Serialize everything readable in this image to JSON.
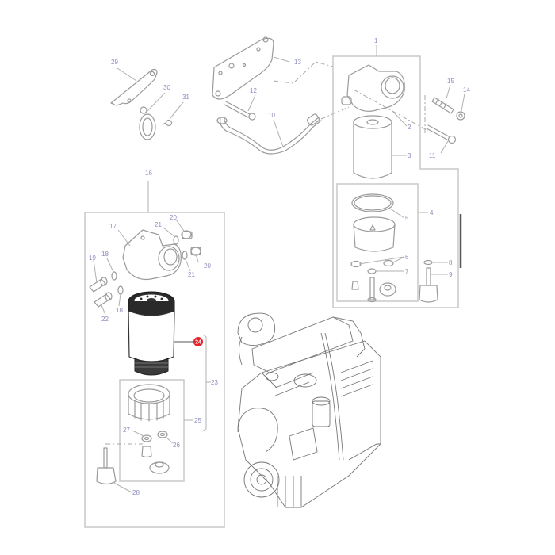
{
  "diagram": {
    "type": "exploded-parts-diagram",
    "subject": "Engine fuel filter assembly",
    "highlighted_callout": {
      "label": "24",
      "color": "#e3242b"
    },
    "callouts": [
      {
        "id": "c1",
        "label": "1"
      },
      {
        "id": "c2",
        "label": "2"
      },
      {
        "id": "c3",
        "label": "3"
      },
      {
        "id": "c4",
        "label": "4"
      },
      {
        "id": "c5",
        "label": "5"
      },
      {
        "id": "c6",
        "label": "6"
      },
      {
        "id": "c7",
        "label": "7"
      },
      {
        "id": "c8",
        "label": "8"
      },
      {
        "id": "c9",
        "label": "9"
      },
      {
        "id": "c10",
        "label": "10"
      },
      {
        "id": "c11",
        "label": "11"
      },
      {
        "id": "c12",
        "label": "12"
      },
      {
        "id": "c13",
        "label": "13"
      },
      {
        "id": "c14",
        "label": "14"
      },
      {
        "id": "c15",
        "label": "15"
      },
      {
        "id": "c16",
        "label": "16"
      },
      {
        "id": "c17",
        "label": "17"
      },
      {
        "id": "c18a",
        "label": "18"
      },
      {
        "id": "c18b",
        "label": "18"
      },
      {
        "id": "c19",
        "label": "19"
      },
      {
        "id": "c20a",
        "label": "20"
      },
      {
        "id": "c20b",
        "label": "20"
      },
      {
        "id": "c21a",
        "label": "21"
      },
      {
        "id": "c21b",
        "label": "21"
      },
      {
        "id": "c22",
        "label": "22"
      },
      {
        "id": "c23",
        "label": "23"
      },
      {
        "id": "c24",
        "label": "24"
      },
      {
        "id": "c25",
        "label": "25"
      },
      {
        "id": "c26",
        "label": "26"
      },
      {
        "id": "c27",
        "label": "27"
      },
      {
        "id": "c28",
        "label": "28"
      },
      {
        "id": "c29",
        "label": "29"
      },
      {
        "id": "c30",
        "label": "30"
      },
      {
        "id": "c31",
        "label": "31"
      }
    ],
    "colors": {
      "line": "#9a9a9a",
      "callout_text": "#8c8cc0",
      "frame": "#c8c8c8",
      "highlight": "#e3242b",
      "background": "#ffffff"
    }
  }
}
